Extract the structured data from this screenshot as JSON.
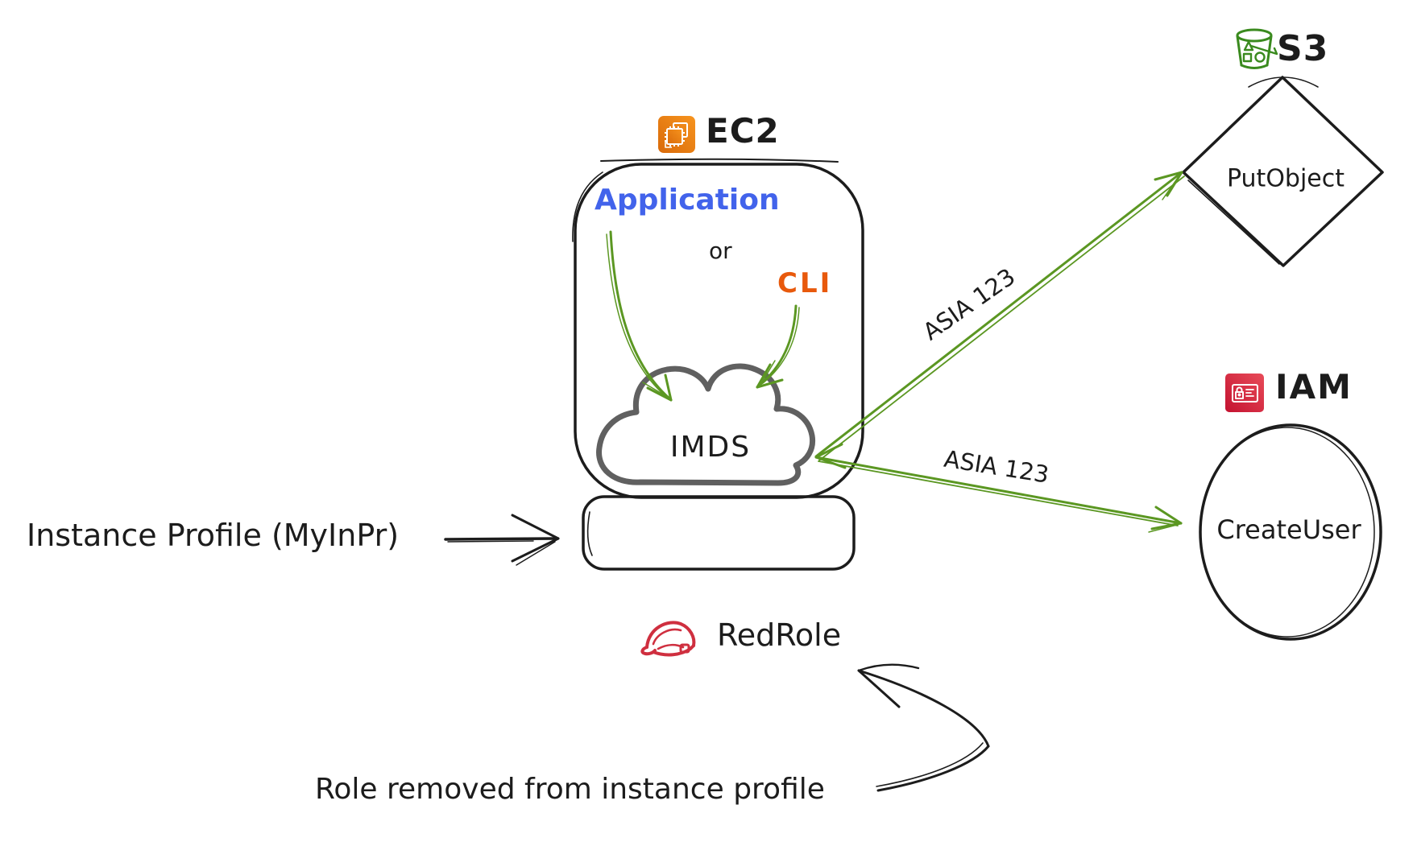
{
  "colors": {
    "ink": "#1c1c1c",
    "green": "#5b9722",
    "s3_green": "#3a8a1e",
    "blue": "#4263eb",
    "orange": "#e8590c",
    "iam_red": "#d62a44",
    "helmet_red": "#cf2f3f",
    "cloud_gray": "#606060"
  },
  "nodes": {
    "s3": {
      "label": "S3",
      "icon": "s3-bucket-icon"
    },
    "put_object": {
      "label": "PutObject",
      "shape": "diamond"
    },
    "ec2": {
      "label": "EC2",
      "icon": "ec2-chip-icon"
    },
    "application": {
      "label": "Application"
    },
    "or_text": {
      "label": "or"
    },
    "cli": {
      "label": "CLI"
    },
    "imds": {
      "label": "IMDS",
      "shape": "cloud"
    },
    "iam": {
      "label": "IAM",
      "icon": "iam-card-icon"
    },
    "create_user": {
      "label": "CreateUser",
      "shape": "ellipse"
    },
    "red_role": {
      "label": "RedRole",
      "icon": "riding-helmet-icon"
    }
  },
  "edges": {
    "imds_to_putobject": {
      "label": "ASIA 123"
    },
    "imds_to_createuser": {
      "label": "ASIA 123"
    },
    "instance_profile_pointer": {
      "label": "Instance Profile (MyInPr)"
    },
    "role_removed_note": {
      "label": "Role removed from instance profile"
    }
  }
}
